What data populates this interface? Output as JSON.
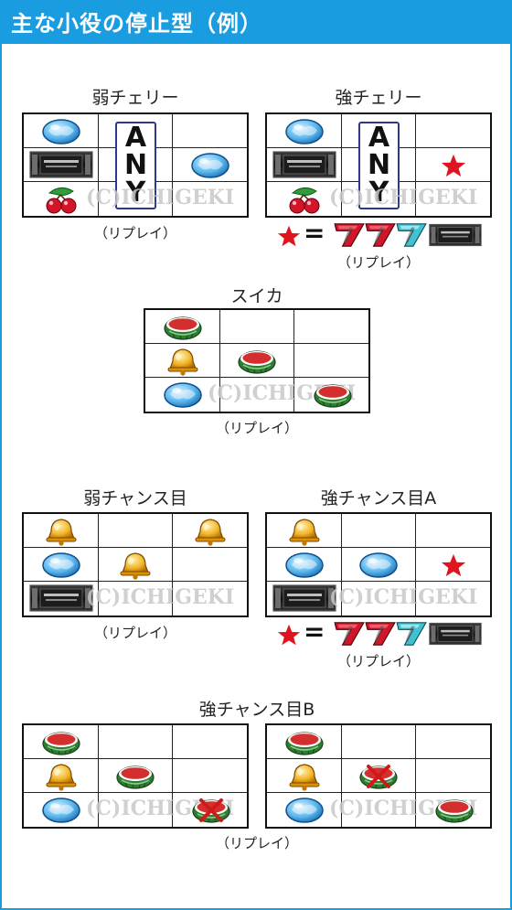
{
  "header": {
    "title": "主な小役の停止型（例）",
    "bg": "#1a9de0"
  },
  "watermark": "(C)ICHIGEKI",
  "any_text": [
    "A",
    "N",
    "Y"
  ],
  "legend_equals": "=",
  "sections": {
    "weak_cherry": {
      "title": "弱チェリー",
      "replay": "（リプレイ）"
    },
    "strong_cherry": {
      "title": "強チェリー",
      "replay": "（リプレイ）"
    },
    "watermelon": {
      "title": "スイカ",
      "replay": "（リプレイ）"
    },
    "weak_chance": {
      "title": "弱チャンス目",
      "replay": "（リプレイ）"
    },
    "strong_chance_a": {
      "title": "強チャンス目A",
      "replay": "（リプレイ）"
    },
    "strong_chance_b": {
      "title": "強チャンス目B",
      "replay": "（リプレイ）"
    }
  },
  "colors": {
    "accent": "#1a9de0",
    "star": "#e0141e",
    "bell": "#f0a81a",
    "replay": "#3d9fe0",
    "melon_rind": "#2e7d32",
    "melon_flesh": "#d32f2f"
  }
}
